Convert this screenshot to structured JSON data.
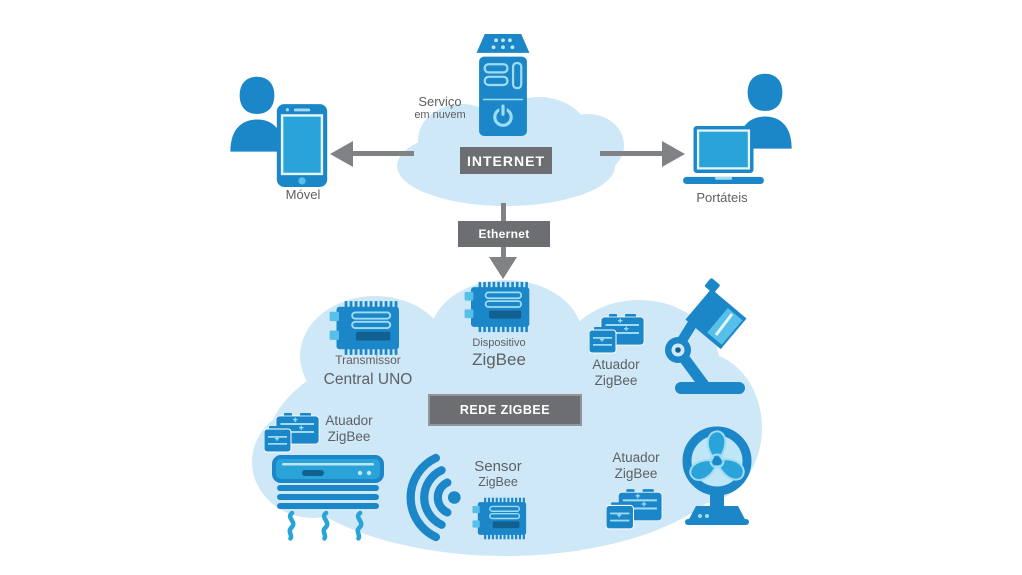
{
  "colors": {
    "primary_blue": "#1b87c9",
    "mid_blue": "#2aa3d9",
    "light_blue": "#56c0ea",
    "pale_cloud_blue": "#cfe8f7",
    "badge_gray": "#6d6e71",
    "arrow_gray": "#808285",
    "label_gray": "#5e6063"
  },
  "top_section": {
    "mobile": {
      "label": "Móvel",
      "icon": "user-with-smartphone"
    },
    "cloud_service": {
      "label_line1": "Serviço",
      "label_line2": "em nuvem",
      "icon": "server-tower"
    },
    "internet_badge": "INTERNET",
    "portables": {
      "label": "Portáteis",
      "icon": "user-with-laptop"
    }
  },
  "ethernet_badge": "Ethernet",
  "zigbee_section": {
    "network_badge": "REDE ZIGBEE",
    "transmitter": {
      "label_line1": "Transmissor",
      "label_line2": "Central UNO",
      "icon": "circuit-board"
    },
    "zigbee_device": {
      "label_line1": "Dispositivo",
      "label_line2": "ZigBee",
      "icon": "circuit-board"
    },
    "actuator_lamp": {
      "label_line1": "Atuador",
      "label_line2": "ZigBee",
      "icon": "zigbee-module-desk-lamp"
    },
    "actuator_ac": {
      "label_line1": "Atuador",
      "label_line2": "ZigBee",
      "icon": "zigbee-module-air-conditioner"
    },
    "sensor": {
      "label_line1": "Sensor",
      "label_line2": "ZigBee",
      "icon": "signal-waves-circuit-board"
    },
    "actuator_fan": {
      "label_line1": "Atuador",
      "label_line2": "ZigBee",
      "icon": "zigbee-module-fan"
    }
  }
}
